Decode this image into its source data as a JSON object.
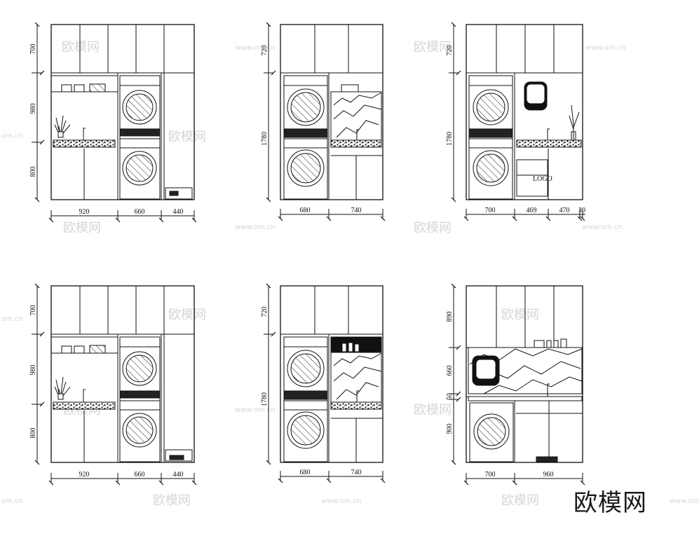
{
  "watermark": {
    "logo": "欧模网",
    "site": "www.om.cn",
    "edge": "om.cn"
  },
  "brand": "欧模网",
  "panels": [
    {
      "id": "p1",
      "v_dims": [
        "700",
        "980",
        "800"
      ],
      "h_dims": [
        "920",
        "660",
        "440"
      ]
    },
    {
      "id": "p2",
      "v_dims": [
        "720",
        "1780"
      ],
      "h_dims": [
        "680",
        "740"
      ]
    },
    {
      "id": "p3",
      "v_dims": [
        "720",
        "1780"
      ],
      "h_dims": [
        "700",
        "469",
        "470",
        "30"
      ],
      "logo_label": "LOGO"
    },
    {
      "id": "p4",
      "v_dims": [
        "700",
        "980",
        "800"
      ],
      "h_dims": [
        "920",
        "660",
        "440"
      ]
    },
    {
      "id": "p5",
      "v_dims": [
        "720",
        "1780"
      ],
      "h_dims": [
        "680",
        "740"
      ]
    },
    {
      "id": "p6",
      "v_dims": [
        "890",
        "660",
        "50",
        "900"
      ],
      "h_dims": [
        "700",
        "960"
      ]
    }
  ]
}
